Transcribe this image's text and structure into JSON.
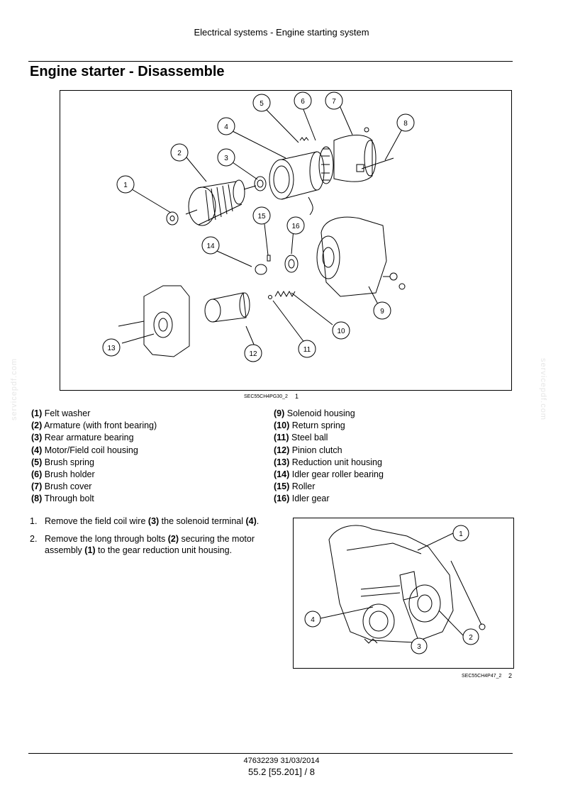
{
  "header": {
    "running_title": "Electrical systems - Engine starting system"
  },
  "page": {
    "title": "Engine starter - Disassemble"
  },
  "figure1": {
    "id": "SEC55CH4PG30_2",
    "number": "1",
    "callouts": [
      "1",
      "2",
      "3",
      "4",
      "5",
      "6",
      "7",
      "8",
      "9",
      "10",
      "11",
      "12",
      "13",
      "14",
      "15",
      "16"
    ]
  },
  "legend": {
    "left": [
      {
        "num": "(1)",
        "text": "Felt washer"
      },
      {
        "num": "(2)",
        "text": "Armature (with front bearing)"
      },
      {
        "num": "(3)",
        "text": "Rear armature bearing"
      },
      {
        "num": "(4)",
        "text": "Motor/Field coil housing"
      },
      {
        "num": "(5)",
        "text": "Brush spring"
      },
      {
        "num": "(6)",
        "text": "Brush holder"
      },
      {
        "num": "(7)",
        "text": "Brush cover"
      },
      {
        "num": "(8)",
        "text": "Through bolt"
      }
    ],
    "right": [
      {
        "num": "(9)",
        "text": "Solenoid housing"
      },
      {
        "num": "(10)",
        "text": "Return spring"
      },
      {
        "num": "(11)",
        "text": "Steel ball"
      },
      {
        "num": "(12)",
        "text": "Pinion clutch"
      },
      {
        "num": "(13)",
        "text": "Reduction unit housing"
      },
      {
        "num": "(14)",
        "text": "Idler gear roller bearing"
      },
      {
        "num": "(15)",
        "text": "Roller"
      },
      {
        "num": "(16)",
        "text": "Idler gear"
      }
    ]
  },
  "steps": [
    {
      "num": "1.",
      "parts": [
        "Remove the field coil wire ",
        "(3)",
        " the solenoid terminal ",
        "(4)",
        "."
      ]
    },
    {
      "num": "2.",
      "parts": [
        "Remove the long through bolts ",
        "(2)",
        " securing the motor assembly ",
        "(1)",
        " to the gear reduction unit housing."
      ]
    }
  ],
  "figure2": {
    "id": "SEC55CH4P47_2",
    "number": "2",
    "callouts": [
      "1",
      "2",
      "3",
      "4"
    ]
  },
  "watermark": "servicepdf.com",
  "footer": {
    "doc_ref": "47632239 31/03/2014",
    "page_ref": "55.2 [55.201] / 8"
  },
  "colors": {
    "text": "#000000",
    "watermark": "#e6e6e6"
  }
}
